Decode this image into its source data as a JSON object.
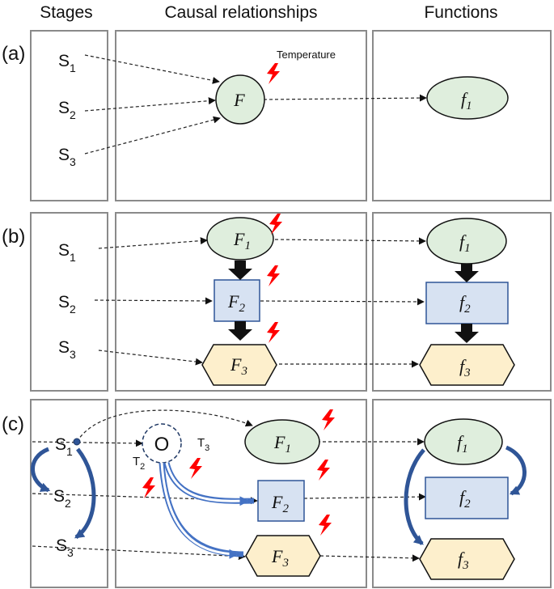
{
  "headers": {
    "stages": "Stages",
    "causal": "Causal relationships",
    "functions": "Functions"
  },
  "rows": {
    "a": {
      "label": "(a)",
      "stages": [
        {
          "main": "S",
          "sub": "1"
        },
        {
          "main": "S",
          "sub": "2"
        },
        {
          "main": "S",
          "sub": "3"
        }
      ],
      "factor": "F",
      "temperature": "Temperature",
      "function": {
        "main": "f",
        "sub": "1"
      }
    },
    "b": {
      "label": "(b)",
      "stages": [
        {
          "main": "S",
          "sub": "1"
        },
        {
          "main": "S",
          "sub": "2"
        },
        {
          "main": "S",
          "sub": "3"
        }
      ],
      "factors": [
        {
          "main": "F",
          "sub": "1"
        },
        {
          "main": "F",
          "sub": "2"
        },
        {
          "main": "F",
          "sub": "3"
        }
      ],
      "functions": [
        {
          "main": "f",
          "sub": "1"
        },
        {
          "main": "f",
          "sub": "2"
        },
        {
          "main": "f",
          "sub": "3"
        }
      ]
    },
    "c": {
      "label": "(c)",
      "stages": [
        {
          "main": "S",
          "sub": "1"
        },
        {
          "main": "S",
          "sub": "2"
        },
        {
          "main": "S",
          "sub": "3"
        }
      ],
      "organizer": "O",
      "t2": {
        "main": "T",
        "sub": "2"
      },
      "t3": {
        "main": "T",
        "sub": "3"
      },
      "factors": [
        {
          "main": "F",
          "sub": "1"
        },
        {
          "main": "F",
          "sub": "2"
        },
        {
          "main": "F",
          "sub": "3"
        }
      ],
      "functions": [
        {
          "main": "f",
          "sub": "1"
        },
        {
          "main": "f",
          "sub": "2"
        },
        {
          "main": "f",
          "sub": "3"
        }
      ]
    }
  },
  "colors": {
    "ellipse_fill": "#dfeedd",
    "rect_fill": "#d7e2f2",
    "hex_fill": "#fdefcc",
    "bolt": "#ff0000",
    "curve_arrow": "#2f5597",
    "double_arrow": "#4472c4"
  }
}
